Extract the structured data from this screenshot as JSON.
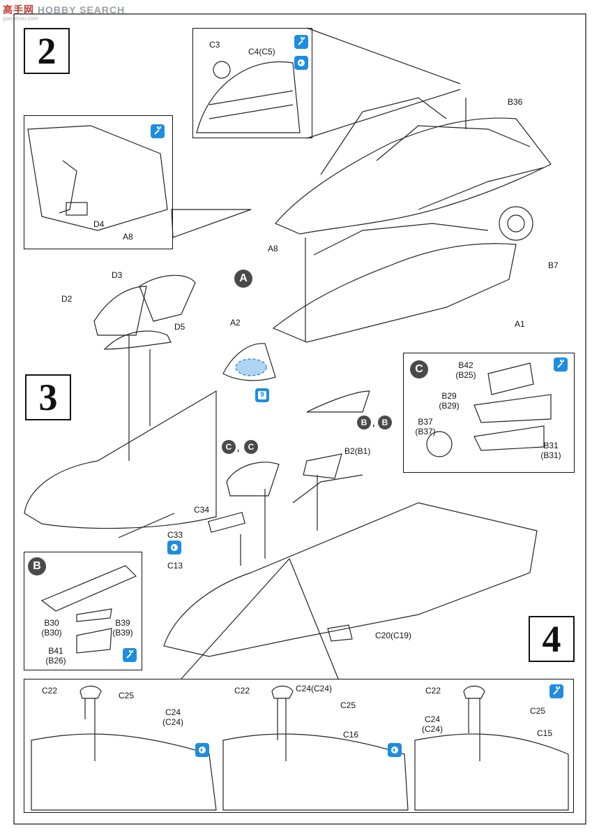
{
  "watermark": {
    "cn": "高手网",
    "en": "HOBBY SEARCH",
    "sub": "gao-shou.com"
  },
  "steps": [
    "2",
    "3",
    "4"
  ],
  "callouts": {
    "a": "A",
    "b": "B",
    "c": "C"
  },
  "icon_names": [
    "glue-icon",
    "flip-icon",
    "paint-icon"
  ],
  "labels": {
    "c3": "C3",
    "c4c5": "C4(C5)",
    "b36": "B36",
    "d4": "D4",
    "a8_inset": "A8",
    "a8": "A8",
    "b7": "B7",
    "a1": "A1",
    "a2": "A2",
    "d2": "D2",
    "d3": "D3",
    "d5": "D5",
    "b42": "B42",
    "b25": "(B25)",
    "b29": "B29",
    "b29p": "(B29)",
    "b37": "B37",
    "b37p": "(B37)",
    "b31": "B31",
    "b31p": "(B31)",
    "bb": "B",
    "cc": "C",
    "comma": ",",
    "b2b1": "B2(B1)",
    "c34": "C34",
    "c33": "C33",
    "c13": "C13",
    "b30": "B30",
    "b30p": "(B30)",
    "b39": "B39",
    "b39p": "(B39)",
    "b41": "B41",
    "b26": "(B26)",
    "c20c19": "C20(C19)",
    "c22": "C22",
    "c25": "C25",
    "c24": "C24",
    "c24p": "(C24)",
    "c24c24": "C24(C24)",
    "c16": "C16",
    "c15": "C15",
    "paint_code": "9"
  }
}
